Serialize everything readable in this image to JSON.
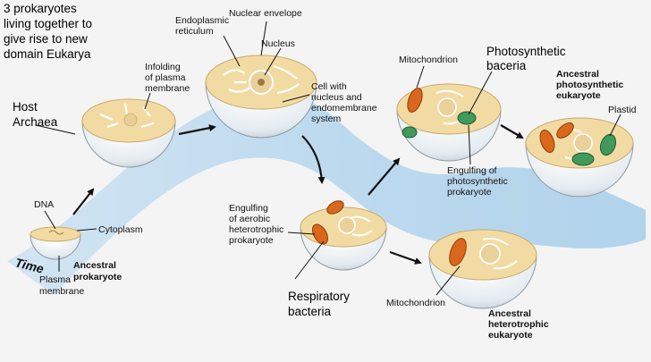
{
  "intro": [
    "3 prokaryotes",
    "living together to",
    "give rise to new",
    "domain Eukarya"
  ],
  "host": [
    "Host",
    "Archaea"
  ],
  "time": "Time",
  "ancestral_prokaryote": {
    "title": [
      "Ancestral",
      "prokaryote"
    ],
    "dna": "DNA",
    "cytoplasm": "Cytoplasm",
    "plasma_membrane": [
      "Plasma",
      "membrane"
    ]
  },
  "infolding": [
    "Infolding",
    "of plasma",
    "membrane"
  ],
  "nucleated_cell": {
    "endoplasmic_reticulum": [
      "Endoplasmic",
      "reticulum"
    ],
    "nuclear_envelope": "Nuclear envelope",
    "nucleus": "Nucleus",
    "description": [
      "Cell with",
      "nucleus and",
      "endomembrane",
      "system"
    ]
  },
  "aerobic_engulfing": [
    "Engulfing",
    "of aerobic",
    "heterotrophic",
    "prokaryote"
  ],
  "respiratory": [
    "Respiratory",
    "bacteria"
  ],
  "heterotroph": {
    "mitochondrion": "Mitochondrion",
    "title": [
      "Ancestral",
      "heterotrophic",
      "eukaryote"
    ]
  },
  "photo_engulfing": {
    "mitochondrion": "Mitochondrion",
    "photosynthetic_bacteria": [
      "Photosynthetic",
      "baceria"
    ],
    "engulfing": [
      "Engulfing of",
      "photosynthetic",
      "prokaryote"
    ]
  },
  "photo_eukaryote": {
    "title": [
      "Ancestral",
      "photosynthetic",
      "eukaryote"
    ],
    "plastid": "Plastid"
  },
  "colors": {
    "background": "#f4f4f4",
    "flow_band": "#b7d7ee",
    "cytoplasm": "#f2dba3",
    "cell_outer": "#e8eef2",
    "mitochondrion": "#d9671c",
    "plastid": "#3f9a5c"
  }
}
